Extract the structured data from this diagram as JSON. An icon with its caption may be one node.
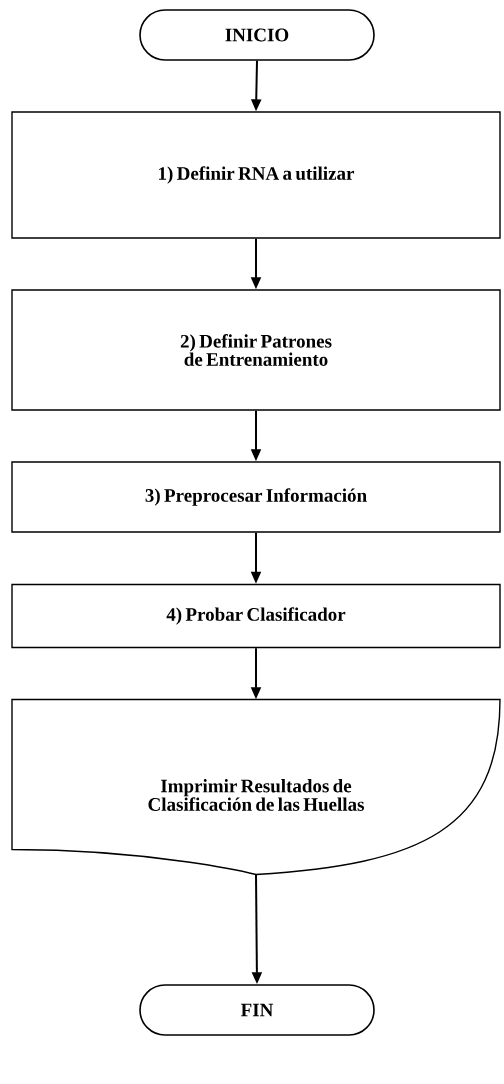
{
  "diagram": {
    "nodes": [
      {
        "text": [
          "INICIO"
        ]
      },
      {
        "text": [
          "1) Definir RNA a utilizar"
        ]
      },
      {
        "text": [
          "2) Definir Patrones de Entrenamiento"
        ]
      },
      {
        "text": [
          "3) Preprocesar Información"
        ]
      },
      {
        "text": [
          "4) Probar Clasificador"
        ]
      },
      {
        "text": [
          "Imprimir Resultados de Clasificación de las Huellas"
        ]
      },
      {
        "text": [
          "FIN"
        ]
      }
    ],
    "edges": [
      {
        "from": 0,
        "to": 1,
        "arrow": "to"
      },
      {
        "from": 1,
        "to": 2,
        "arrow": "to"
      },
      {
        "from": 2,
        "to": 3,
        "arrow": "to"
      },
      {
        "from": 3,
        "to": 4,
        "arrow": "to"
      },
      {
        "from": 4,
        "to": 5,
        "arrow": "to"
      },
      {
        "from": 5,
        "to": 6,
        "arrow": "to"
      }
    ]
  }
}
